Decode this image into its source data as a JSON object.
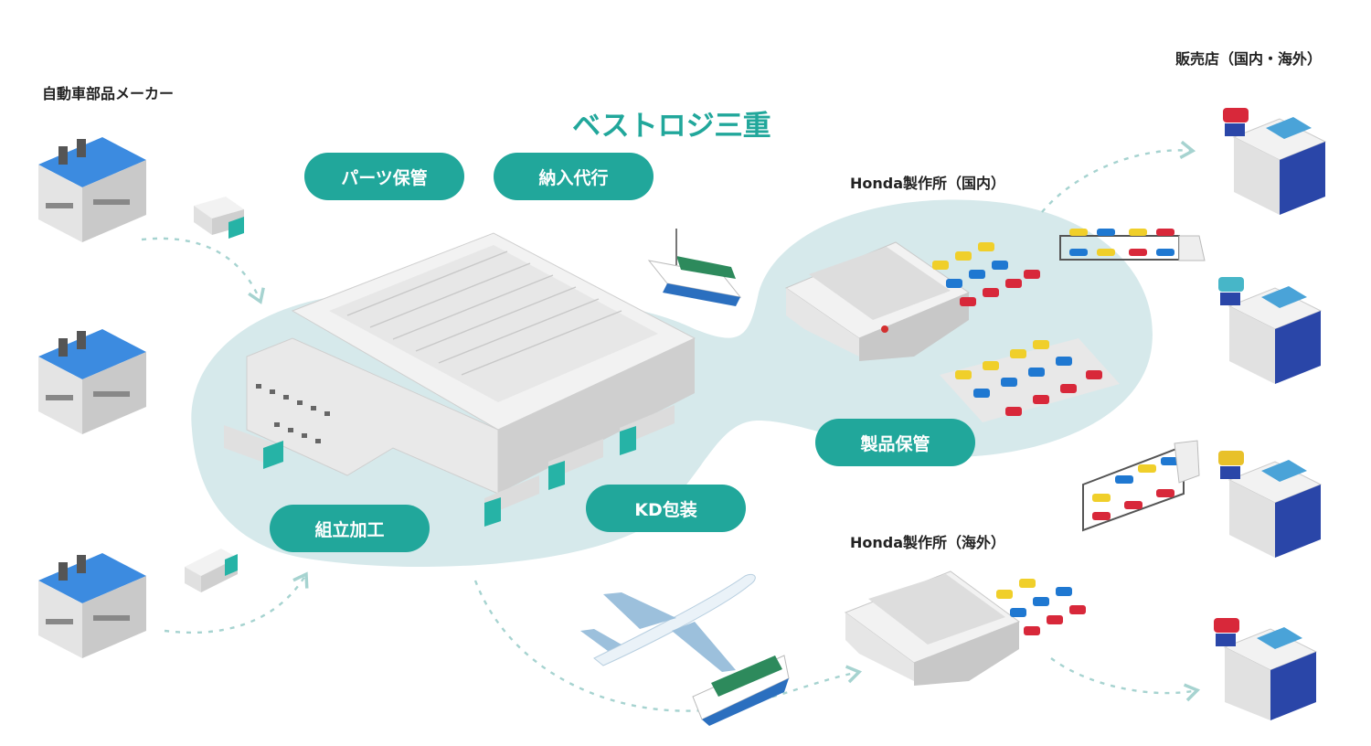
{
  "title": "ベストロジ三重",
  "labels": {
    "suppliers": "自動車部品メーカー",
    "dealers": "販売店（国内・海外）",
    "honda_domestic": "Honda製作所（国内）",
    "honda_overseas": "Honda製作所（海外）"
  },
  "services": {
    "parts_storage": "パーツ保管",
    "delivery_agency": "納入代行",
    "assembly": "組立加工",
    "kd_packaging": "KD包装",
    "product_storage": "製品保管"
  },
  "colors": {
    "accent": "#21a79b",
    "blob": "#d6e9eb",
    "arrow": "#a6d3d0",
    "factory_blue": "#2b7bd1",
    "building": "#d9d9d9"
  }
}
